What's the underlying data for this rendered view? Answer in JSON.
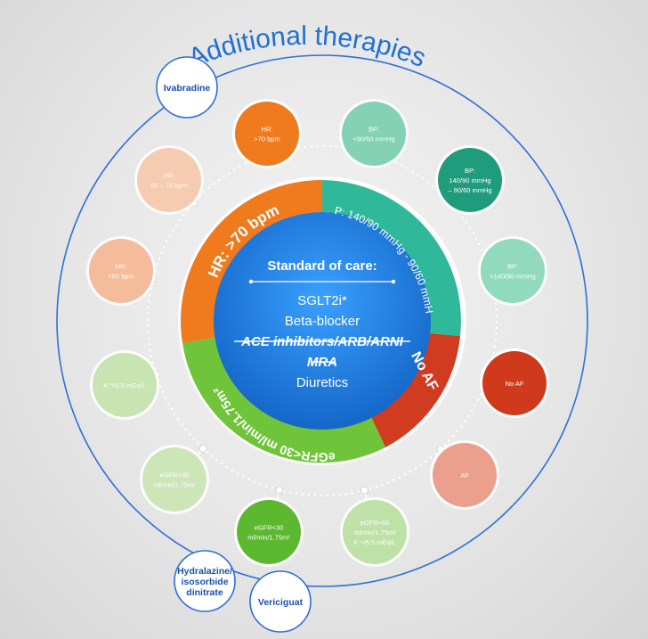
{
  "title": "Additional therapies",
  "colors": {
    "blue": "#1f7fe0",
    "orange": "#f07a1e",
    "teal": "#2fb89a",
    "red": "#d13c20",
    "green": "#6fc43a",
    "therapy_line": "#2f6fd8"
  },
  "center": {
    "heading": "Standard of care:",
    "lines": [
      {
        "text": "SGLT2i*",
        "struck": false
      },
      {
        "text": "Beta-blocker",
        "struck": false
      },
      {
        "text": "ACE inhibitors/ARB/ARNI",
        "struck": true
      },
      {
        "text": "MRA",
        "struck": true
      },
      {
        "text": "Diuretics",
        "struck": false
      }
    ]
  },
  "ring_segments": [
    {
      "id": "hr",
      "label": "HR: >70 bpm"
    },
    {
      "id": "bp",
      "label": "BP: 140/90 mmHg - 90/60 mmHg"
    },
    {
      "id": "af",
      "label": "No AF"
    },
    {
      "id": "egfr",
      "label": "eGFR<30 ml/min/1.75m²"
    }
  ],
  "conditions": [
    {
      "id": "hr-gt70",
      "lines": [
        "HR:",
        ">70 bpm"
      ],
      "active": true,
      "color": "#f07a1e"
    },
    {
      "id": "bp-lt90",
      "lines": [
        "BP:",
        "<90/60 mmHg"
      ],
      "active": false,
      "color": "#6fc9a8"
    },
    {
      "id": "bp-range",
      "lines": [
        "BP:",
        "140/90 mmHg",
        "– 90/60 mmHg"
      ],
      "active": true,
      "color": "#1f9c7c"
    },
    {
      "id": "bp-gt140",
      "lines": [
        "BP:",
        ">140/90 mmHg"
      ],
      "active": false,
      "color": "#7fd3b4"
    },
    {
      "id": "no-af",
      "lines": [
        "No AF"
      ],
      "active": true,
      "color": "#cf3a1c"
    },
    {
      "id": "af",
      "lines": [
        "AF"
      ],
      "active": false,
      "color": "#e88f7a"
    },
    {
      "id": "egfr-gt60",
      "lines": [
        "eGFR>60",
        "ml/min/1.75m²",
        "K⁺<5.5 mEq/L"
      ],
      "active": false,
      "color": "#b3dc98"
    },
    {
      "id": "egfr-lt30",
      "lines": [
        "eGFR<30",
        "ml/min/1.75m²"
      ],
      "active": true,
      "color": "#5cb82e"
    },
    {
      "id": "egfr-30",
      "lines": [
        "eGFR>30",
        "ml/min/1.75m²"
      ],
      "active": false,
      "color": "#c4e2aa"
    },
    {
      "id": "k-gt55",
      "lines": [
        "K⁺>5.5 mEq/L"
      ],
      "active": false,
      "color": "#bddfa4"
    },
    {
      "id": "hr-lt60",
      "lines": [
        "HR:",
        "<60 bpm"
      ],
      "active": false,
      "color": "#f2b08a"
    },
    {
      "id": "hr-60-70",
      "lines": [
        "HR:",
        "60 – 70 bpm"
      ],
      "active": false,
      "color": "#f3c2a4"
    }
  ],
  "therapies": [
    {
      "id": "ivabradine",
      "lines": [
        "Ivabradine"
      ]
    },
    {
      "id": "hydralazine",
      "lines": [
        "Hydralazine/",
        "isosorbide",
        "dinitrate"
      ]
    },
    {
      "id": "vericiguat",
      "lines": [
        "Vericiguat"
      ]
    }
  ]
}
